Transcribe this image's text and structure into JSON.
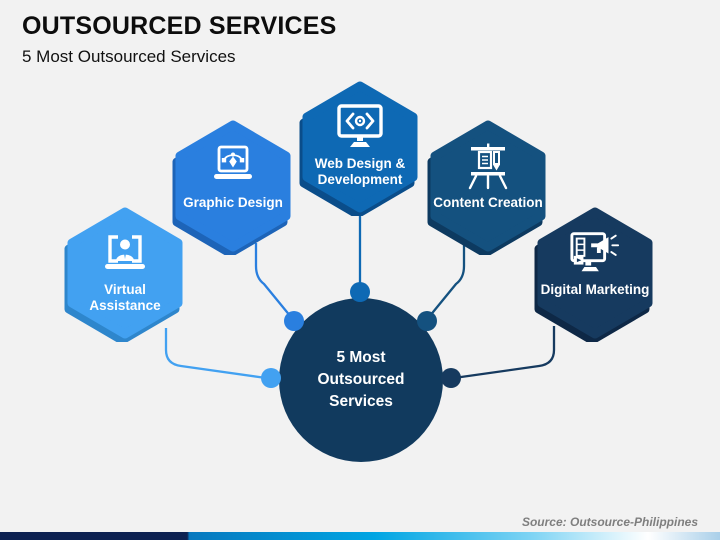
{
  "slide": {
    "title": "OUTSOURCED SERVICES",
    "subtitle": "5 Most Outsourced Services",
    "source_note": "Source: Outsource-Philippines",
    "background_color": "#f2f2f2",
    "footer_bar_colors": [
      "#0d2151",
      "#0778be",
      "#00a5e3",
      "#7fd4f4",
      "#ffffff",
      "#a9cfe9"
    ]
  },
  "center_node": {
    "label": "5 Most Outsourced Services",
    "color": "#113a5e"
  },
  "nodes": [
    {
      "label": "Virtual Assistance",
      "icon": "laptop-user-icon",
      "color": "#42a1f1",
      "edge_color": "#2e86cc"
    },
    {
      "label": "Graphic Design",
      "icon": "laptop-pen-tool-icon",
      "color": "#2a7fdf",
      "edge_color": "#1d64b8"
    },
    {
      "label": "Web Design & Development",
      "icon": "monitor-code-icon",
      "color": "#0e69b4",
      "edge_color": "#0a4d8a"
    },
    {
      "label": "Content Creation",
      "icon": "easel-document-icon",
      "color": "#14517f",
      "edge_color": "#0d3a60"
    },
    {
      "label": "Digital Marketing",
      "icon": "monitor-megaphone-icon",
      "color": "#163a5f",
      "edge_color": "#0e2846"
    }
  ]
}
